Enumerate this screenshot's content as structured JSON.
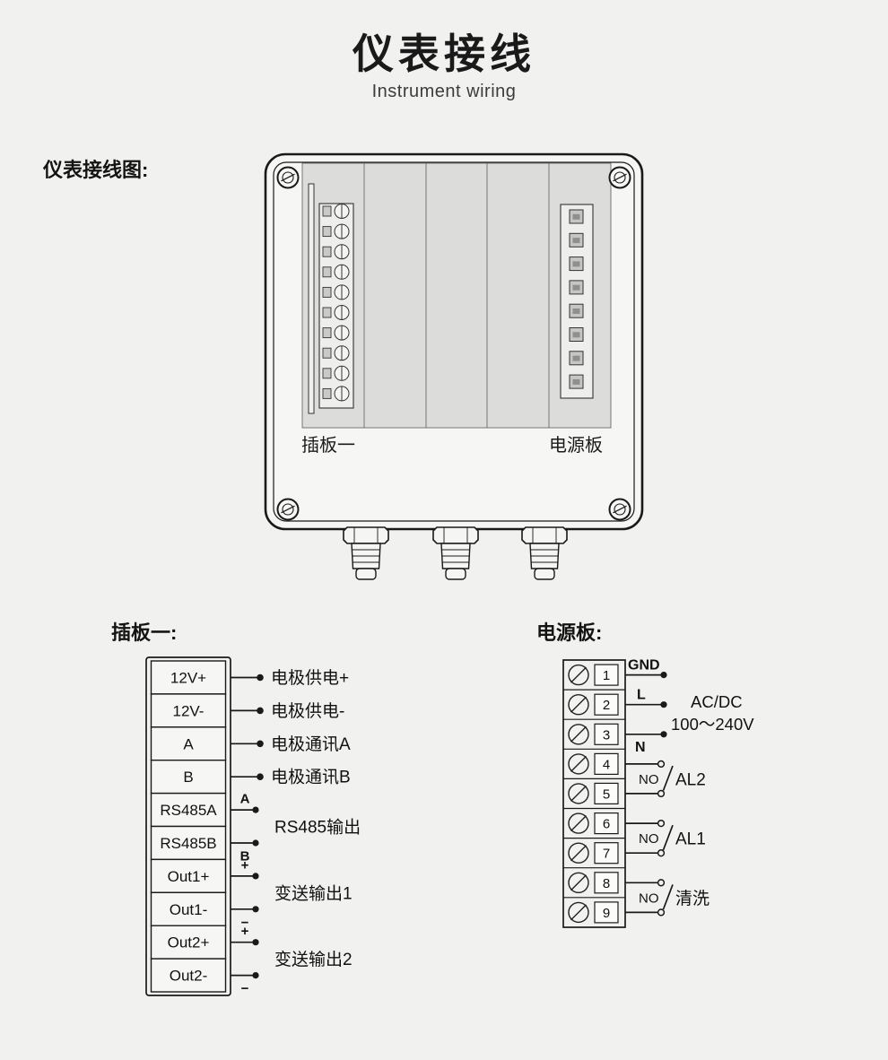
{
  "colors": {
    "background": "#f1f1ef",
    "line": "#1a1a1a",
    "panel_gray": "#dcdcda"
  },
  "header": {
    "title": "仪表接线",
    "subtitle": "Instrument wiring"
  },
  "sections": {
    "wiring_diagram_label": "仪表接线图:",
    "board1_label": "插板一:",
    "power_label": "电源板:"
  },
  "enclosure": {
    "board1_caption": "插板一",
    "power_caption": "电源板"
  },
  "board1": {
    "terminals": [
      "12V+",
      "12V-",
      "A",
      "B",
      "RS485A",
      "RS485B",
      "Out1+",
      "Out1-",
      "Out2+",
      "Out2-"
    ],
    "wire_labels": [
      "电极供电+",
      "电极供电-",
      "电极通讯A",
      "电极通讯B"
    ],
    "groups": [
      {
        "top_mark": "A",
        "bottom_mark": "B",
        "label": "RS485输出"
      },
      {
        "top_mark": "+",
        "bottom_mark": "−",
        "label": "变送输出1"
      },
      {
        "top_mark": "+",
        "bottom_mark": "−",
        "label": "变送输出2"
      }
    ]
  },
  "power": {
    "terminals": [
      "1",
      "2",
      "3",
      "4",
      "5",
      "6",
      "7",
      "8",
      "9"
    ],
    "gnd_label": "GND",
    "live_label": "L",
    "neutral_label": "N",
    "supply_line1": "AC/DC",
    "supply_line2": "100～240V",
    "relays": [
      {
        "contact": "NO",
        "label": "AL2"
      },
      {
        "contact": "NO",
        "label": "AL1"
      },
      {
        "contact": "NO",
        "label": "清洗"
      }
    ]
  }
}
